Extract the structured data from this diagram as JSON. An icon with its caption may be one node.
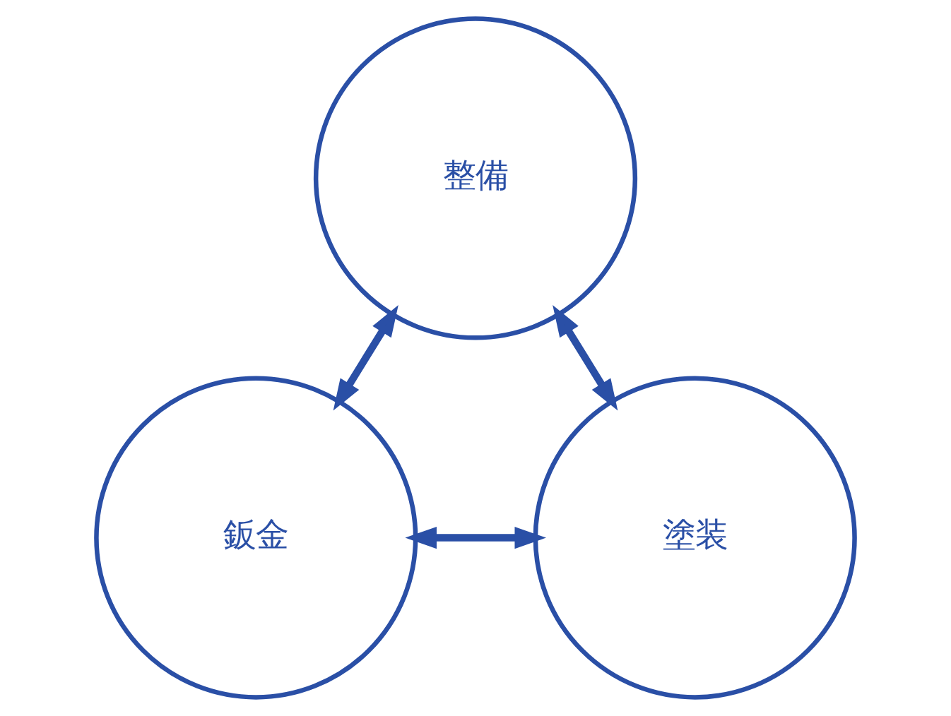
{
  "diagram": {
    "nodes": [
      {
        "text": [
          "整備"
        ]
      },
      {
        "text": [
          "鈑金"
        ]
      },
      {
        "text": [
          "塗装"
        ]
      }
    ],
    "edges": [
      {
        "from": 0,
        "to": 1,
        "arrow": "both"
      },
      {
        "from": 0,
        "to": 2,
        "arrow": "both"
      },
      {
        "from": 1,
        "to": 2,
        "arrow": "both"
      }
    ]
  }
}
